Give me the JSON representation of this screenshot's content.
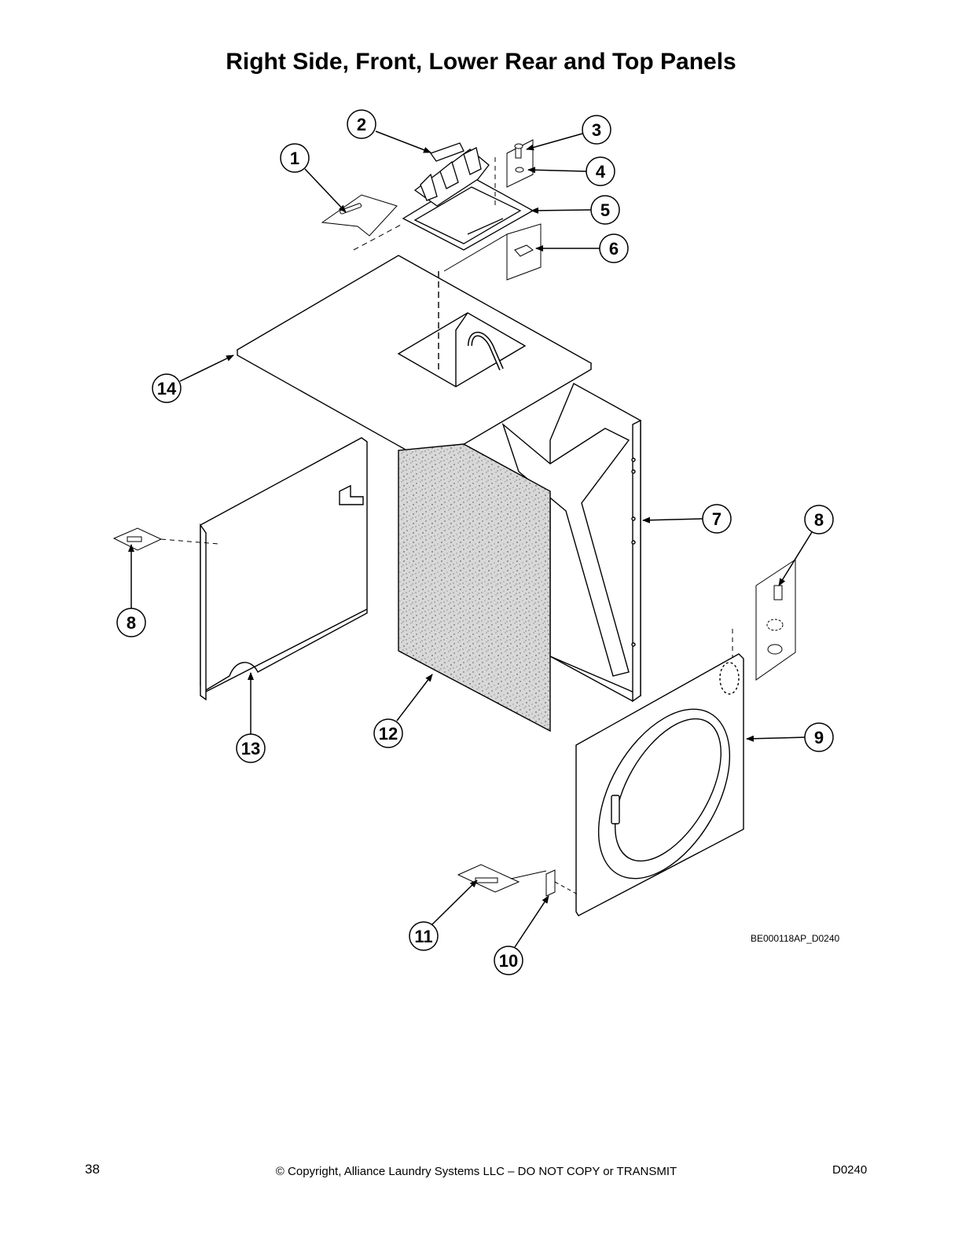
{
  "page": {
    "title": "Right Side, Front, Lower Rear and Top Panels",
    "drawing_code": "BE000118AP_D0240",
    "footer": {
      "page_number": "38",
      "copyright": "© Copyright, Alliance Laundry Systems LLC – DO NOT COPY or TRANSMIT",
      "doc_code": "D0240"
    }
  },
  "callouts": [
    "1",
    "2",
    "3",
    "4",
    "5",
    "6",
    "7",
    "8",
    "8",
    "9",
    "10",
    "11",
    "12",
    "13",
    "14"
  ]
}
